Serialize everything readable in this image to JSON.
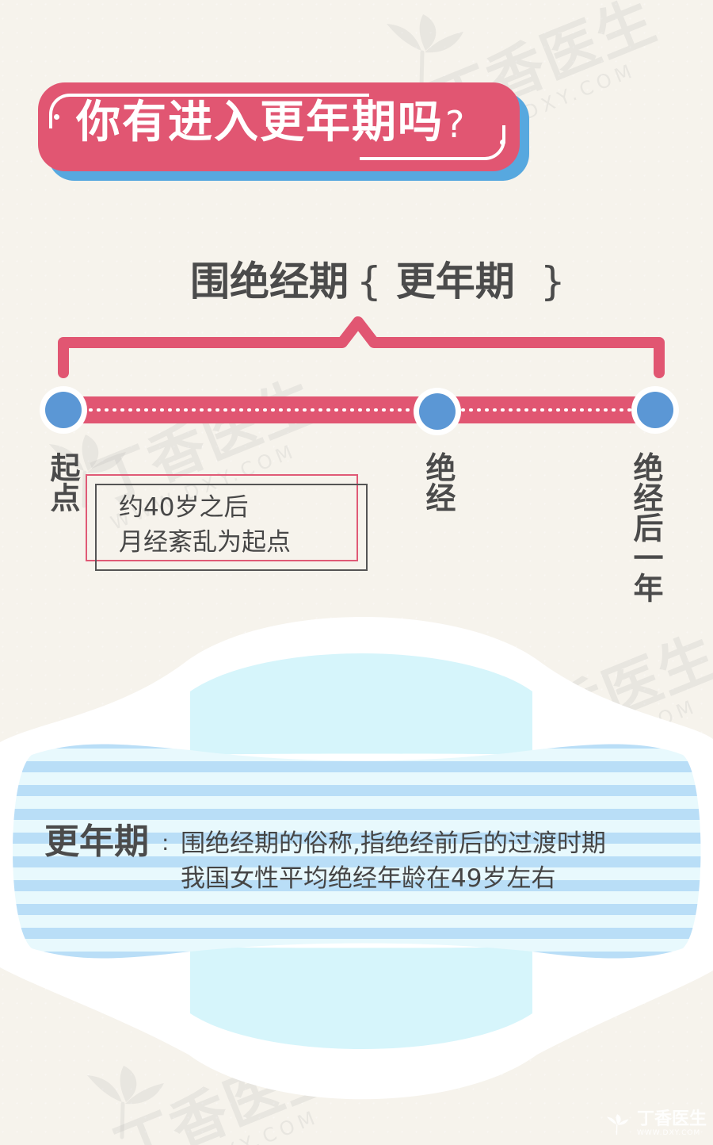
{
  "title": {
    "main": "你有进入更年期吗",
    "question_mark": "?"
  },
  "period_header": {
    "left": "围绝经期",
    "open_brace": "{",
    "inner": "更年期",
    "close_brace": "}"
  },
  "timeline": {
    "points": [
      {
        "label": "起点"
      },
      {
        "label": "绝经"
      },
      {
        "label": "绝经后一年"
      }
    ],
    "note_lines": [
      "约40岁之后",
      "月经紊乱为起点"
    ]
  },
  "definition": {
    "term": "更年期",
    "colon": ":",
    "lines": [
      "围绝经期的俗称,指绝经前后的过渡时期",
      "我国女性平均绝经年龄在49岁左右"
    ]
  },
  "watermarks": {
    "logo_cn": "丁香医生",
    "logo_en": "WWW.DXY.COM"
  },
  "colors": {
    "background": "#f6f3ec",
    "accent_pink": "#e15672",
    "accent_blue": "#57a8df",
    "timeline_blue": "#5b97d5",
    "pad_blue": "#d6f5fb",
    "pad_stripe": "#b9def7",
    "text_dark": "#4b4b4b",
    "white": "#ffffff"
  },
  "icons": {
    "watermark": "leaf-logo-icon",
    "footer": "dxy-logo-icon"
  }
}
